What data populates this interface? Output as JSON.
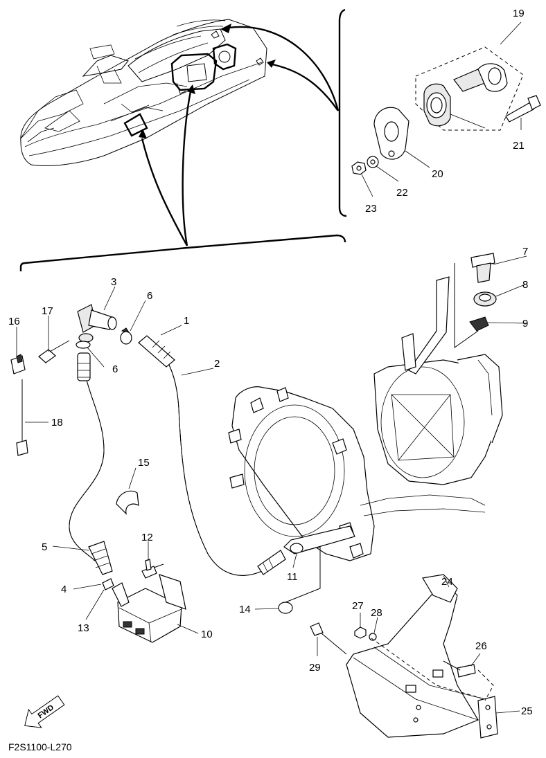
{
  "diagram_code": "F2S1100-L270",
  "fwd_label": "FWD",
  "callouts": {
    "c1": "1",
    "c2": "2",
    "c3": "3",
    "c4": "4",
    "c5": "5",
    "c6a": "6",
    "c6b": "6",
    "c7": "7",
    "c8": "8",
    "c9": "9",
    "c10": "10",
    "c11": "11",
    "c12": "12",
    "c13": "13",
    "c14": "14",
    "c15": "15",
    "c16": "16",
    "c17": "17",
    "c18": "18",
    "c19": "19",
    "c20": "20",
    "c21": "21",
    "c22": "22",
    "c23": "23",
    "c24": "24",
    "c25": "25",
    "c26": "26",
    "c27": "27",
    "c28": "28",
    "c29": "29"
  }
}
